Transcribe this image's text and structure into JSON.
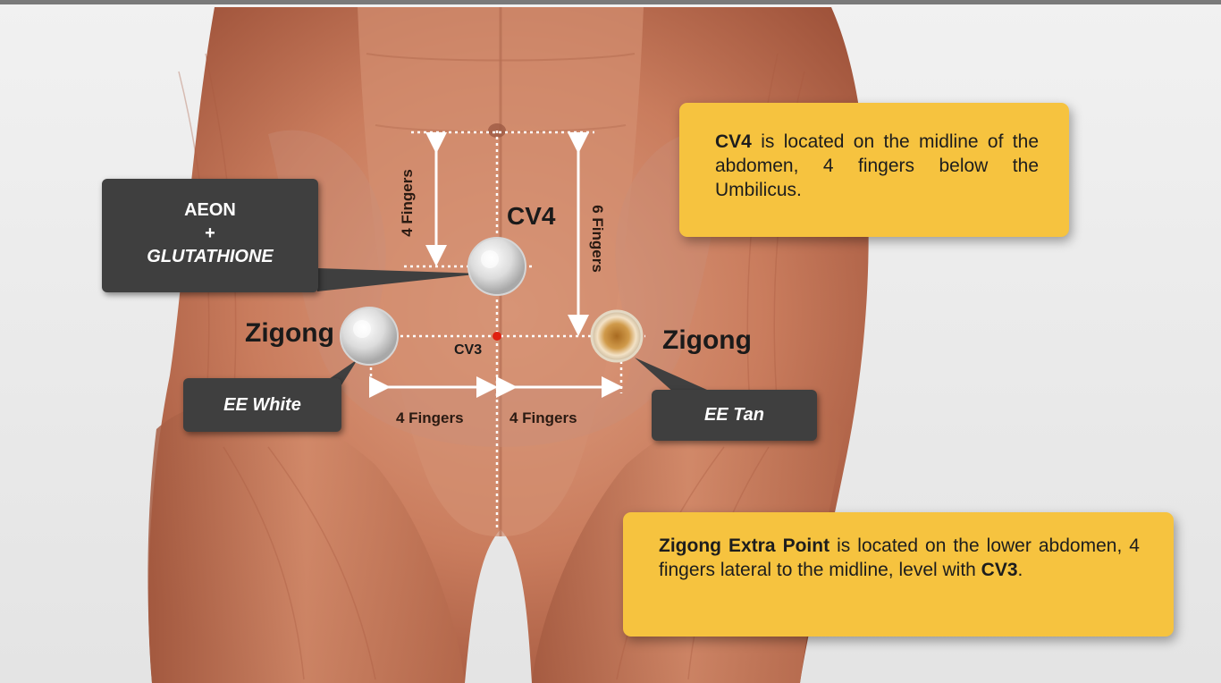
{
  "labels": {
    "aeon_line1": "AEON",
    "aeon_line2": "+",
    "aeon_line3": "GLUTATHIONE",
    "ee_white": "EE White",
    "ee_tan": "EE Tan",
    "cv4": "CV4",
    "cv3": "CV3",
    "zigong_left": "Zigong",
    "zigong_right": "Zigong"
  },
  "measurements": {
    "four_fingers_vertical": "4 Fingers",
    "six_fingers_vertical": "6 Fingers",
    "four_fingers_left": "4 Fingers",
    "four_fingers_right": "4 Fingers"
  },
  "info": {
    "cv4": {
      "bold": "CV4",
      "text": " is located on the midline of the abdomen, 4 fingers below the Umbilicus."
    },
    "zigong": {
      "bold1": "Zigong Extra Point",
      "text1": " is located on the lower abdomen, 4 fingers lateral to the midline, level with ",
      "bold2": "CV3",
      "text2": "."
    }
  },
  "colors": {
    "info_box": "#f6c33f",
    "dark_label": "#3f3f3f",
    "muscle": "#c4785c",
    "point_marker": "#e02010"
  }
}
